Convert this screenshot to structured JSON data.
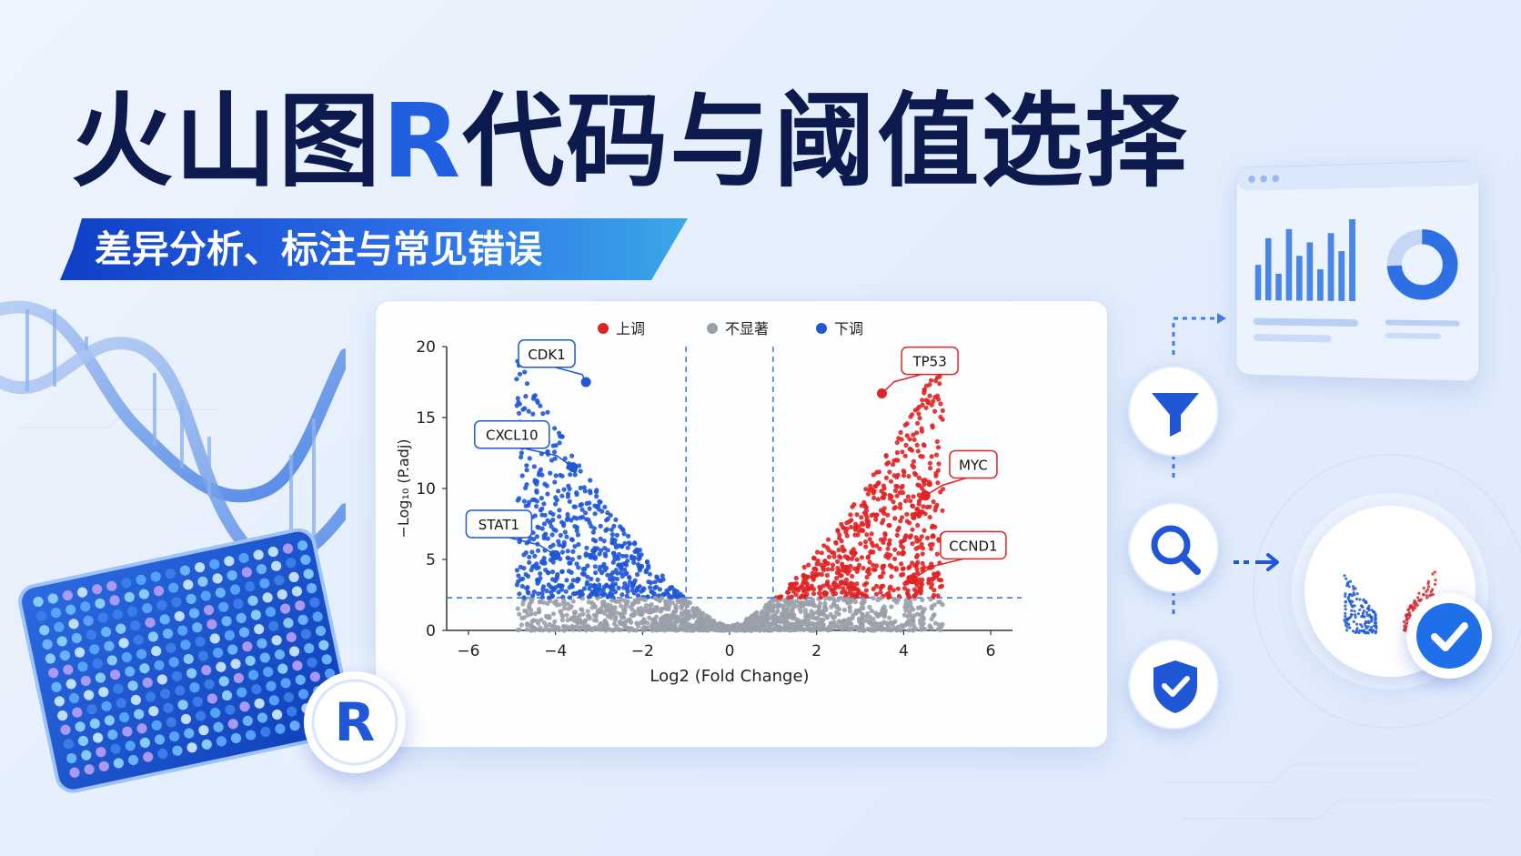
{
  "header": {
    "title_part1": "火山图",
    "title_accent": "R",
    "title_part2": "代码与阈值选择",
    "subtitle": "差异分析、标注与常见错误"
  },
  "colors": {
    "navy": "#0c1a4d",
    "accent_blue": "#1f5fe0",
    "up": "#e02424",
    "down": "#1f57d6",
    "ns": "#9aa0aa"
  },
  "icons": [
    "dna-helix-icon",
    "microarray-chip-icon",
    "r-logo-icon",
    "filter-funnel-icon",
    "search-magnifier-icon",
    "shield-check-icon",
    "dashboard-icon",
    "volcano-result-icon",
    "checkmark-icon",
    "arrow-right-icon"
  ],
  "badge_label": "R",
  "chart_data": {
    "type": "scatter",
    "title": "",
    "xlabel": "Log2 (Fold Change)",
    "ylabel": "−Log₁₀ (P.adj)",
    "xlim": [
      -6.5,
      6.5
    ],
    "ylim": [
      0,
      20
    ],
    "x_ticks": [
      "−6",
      "−4",
      "−2",
      "0",
      "2",
      "4",
      "6"
    ],
    "y_ticks": [
      "0",
      "5",
      "10",
      "15",
      "20"
    ],
    "x_tick_values": [
      -6,
      -4,
      -2,
      0,
      2,
      4,
      6
    ],
    "y_tick_values": [
      0,
      5,
      10,
      15,
      20
    ],
    "thresholds": {
      "log2fc": [
        -1,
        1
      ],
      "padj_neglog10": 2.3
    },
    "grid": false,
    "legend_position": "top",
    "series": [
      {
        "name": "上调",
        "color": "#e02424"
      },
      {
        "name": "不显著",
        "color": "#9aa0aa"
      },
      {
        "name": "下调",
        "color": "#1f57d6"
      }
    ],
    "labeled_points": [
      {
        "gene": "CDK1",
        "x": -3.3,
        "y": 17.5,
        "group": "down"
      },
      {
        "gene": "CXCL10",
        "x": -3.6,
        "y": 11.5,
        "group": "down"
      },
      {
        "gene": "STAT1",
        "x": -4.0,
        "y": 5.3,
        "group": "down"
      },
      {
        "gene": "TP53",
        "x": 3.5,
        "y": 16.7,
        "group": "up"
      },
      {
        "gene": "MYC",
        "x": 4.5,
        "y": 9.5,
        "group": "up"
      },
      {
        "gene": "CCND1",
        "x": 4.2,
        "y": 3.6,
        "group": "up"
      }
    ]
  }
}
